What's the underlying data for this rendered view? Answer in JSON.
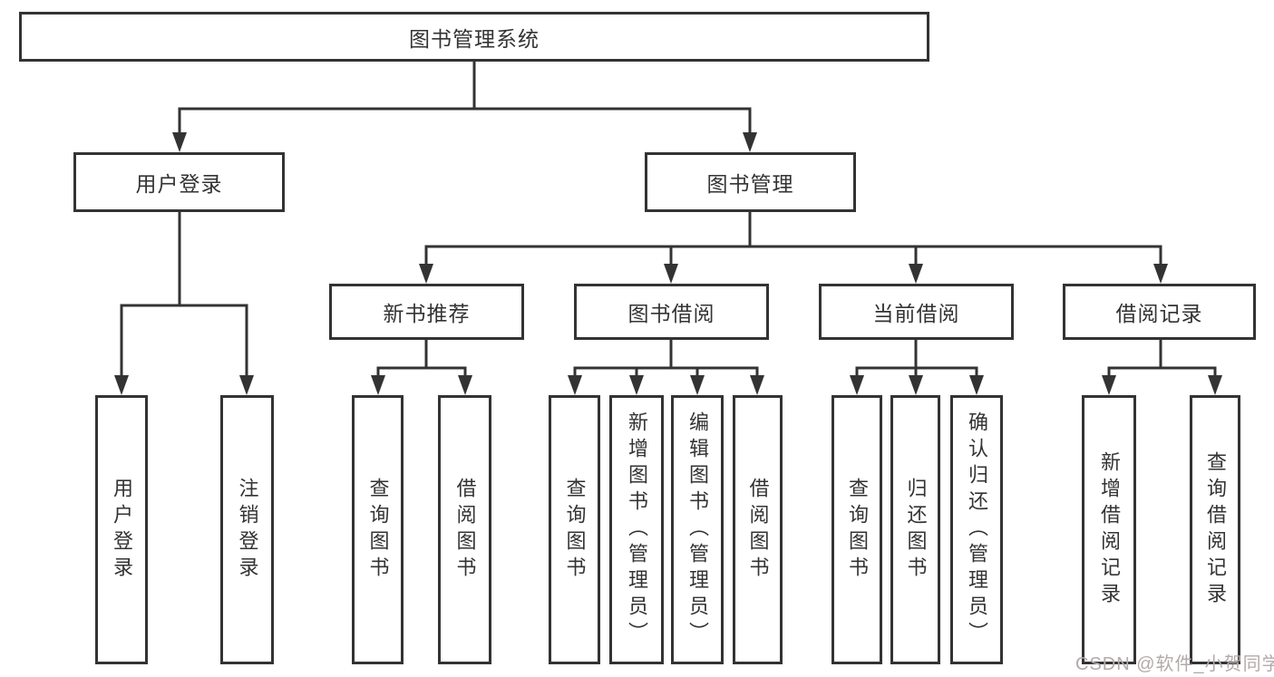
{
  "diagram": {
    "root": "图书管理系统",
    "level2": {
      "user_login": "用户登录",
      "book_management": "图书管理"
    },
    "level3": {
      "recommend": "新书推荐",
      "borrow": "图书借阅",
      "current": "当前借阅",
      "record": "借阅记录"
    },
    "leaves": {
      "login": "用户登录",
      "logout": "注销登录",
      "recommend_query": "查询图书",
      "recommend_borrow": "借阅图书",
      "borrow_query": "查询图书",
      "borrow_add": "新增图书（管理员）",
      "borrow_edit": "编辑图书（管理员）",
      "borrow_do": "借阅图书",
      "current_query": "查询图书",
      "current_return": "归还图书",
      "current_confirm": "确认归还（管理员）",
      "record_add": "新增借阅记录",
      "record_query": "查询借阅记录"
    }
  },
  "watermark": {
    "text": "CSDN @软件_小贺同学"
  },
  "colors": {
    "line": "#333333",
    "text": "#333333",
    "watermark": "#b3aaaa",
    "background": "#ffffff"
  }
}
